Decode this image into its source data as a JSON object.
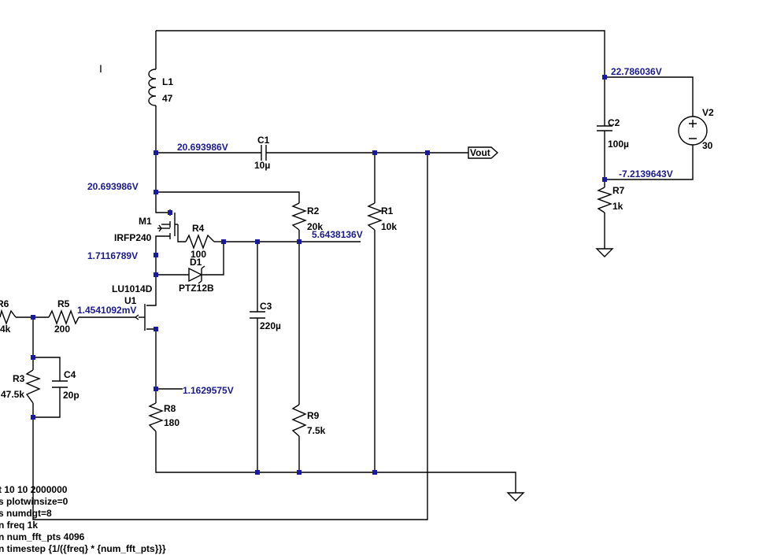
{
  "components": {
    "L1": {
      "name": "L1",
      "value": "47"
    },
    "C1": {
      "name": "C1",
      "value": "10µ"
    },
    "C2": {
      "name": "C2",
      "value": "100µ"
    },
    "C3": {
      "name": "C3",
      "value": "220µ"
    },
    "C4": {
      "name": "C4",
      "value": "20p"
    },
    "V2": {
      "name": "V2",
      "value": "30"
    },
    "R1": {
      "name": "R1",
      "value": "10k"
    },
    "R2": {
      "name": "R2",
      "value": "20k"
    },
    "R3": {
      "name": "R3",
      "value": "47.5k"
    },
    "R4": {
      "name": "R4",
      "value": "100"
    },
    "R5": {
      "name": "R5",
      "value": "200"
    },
    "R6": {
      "name": "R6",
      "value": "4k"
    },
    "R7": {
      "name": "R7",
      "value": "1k"
    },
    "R8": {
      "name": "R8",
      "value": "180"
    },
    "R9": {
      "name": "R9",
      "value": "7.5k"
    },
    "M1": {
      "name": "M1",
      "value": "IRFP240"
    },
    "D1": {
      "name": "D1",
      "value": "PTZ12B"
    },
    "U1": {
      "name": "U1",
      "value": "LU1014D"
    }
  },
  "net_labels": {
    "vout": "Vout"
  },
  "voltages": {
    "v_c1_left": "20.693986V",
    "v_m1_drain": "20.693986V",
    "v_m1_source": "1.7116789V",
    "v_u1_gate": "1.4541092mV",
    "v_r8_top": "1.1629575V",
    "v_r2_bottom": "5.6438136V",
    "v_c2_top": "22.786036V",
    "v_c2_bottom": "-7.2139643V"
  },
  "directives": [
    "t 10 10 2000000",
    "s plotwinsize=0",
    "s numdgt=8",
    "n freq 1k",
    "n num_fft_pts 4096",
    "n timestep {1/({freq} * {num_fft_pts}}}"
  ],
  "text_cursor": "I"
}
